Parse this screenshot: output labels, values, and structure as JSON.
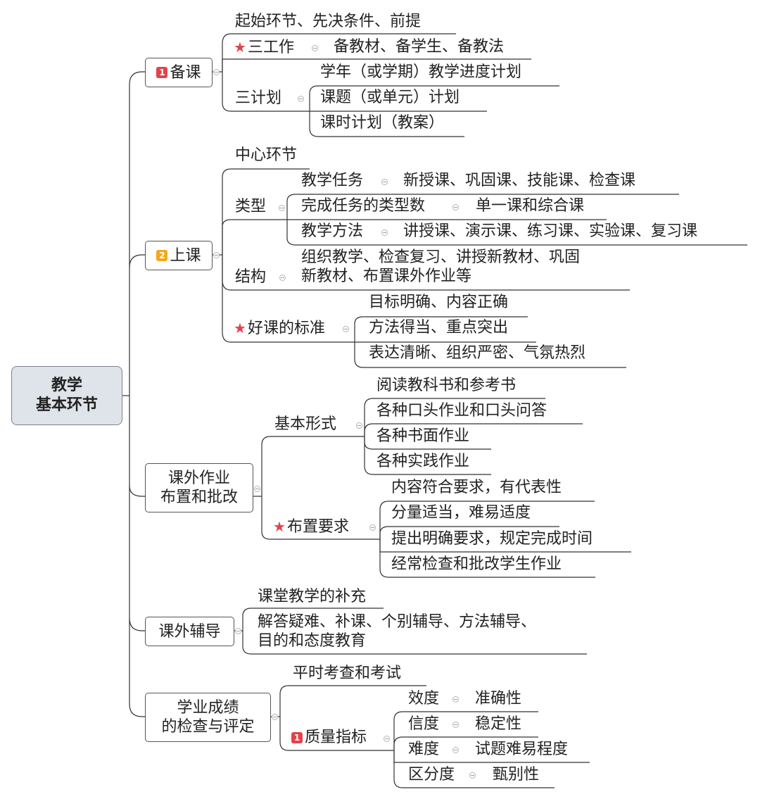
{
  "root": {
    "line1": "教学",
    "line2": "基本环节"
  },
  "n1": {
    "badge": "1",
    "label": "备课",
    "a": "起始环节、先决条件、前提",
    "b": "三工作",
    "b_detail": "备教材、备学生、备教法",
    "c": "三计划",
    "c1": "学年（或学期）教学进度计划",
    "c2": "课题（或单元）计划",
    "c3": "课时计划（教案）"
  },
  "n2": {
    "badge": "2",
    "label": "上课",
    "a": "中心环节",
    "type": "类型",
    "t1": "教学任务",
    "t1d": "新授课、巩固课、技能课、检查课",
    "t2": "完成任务的类型数",
    "t2d": "单一课和综合课",
    "t3": "教学方法",
    "t3d": "讲授课、演示课、练习课、实验课、复习课",
    "struct": "结构",
    "s1": "组织教学、检查复习、讲授新教材、巩固",
    "s2": "新教材、布置课外作业等",
    "good": "好课的标准",
    "g1": "目标明确、内容正确",
    "g2": "方法得当、重点突出",
    "g3": "表达清晰、组织严密、气氛热烈"
  },
  "n3": {
    "line1": "课外作业",
    "line2": "布置和批改",
    "form": "基本形式",
    "f1": "阅读教科书和参考书",
    "f2": "各种口头作业和口头问答",
    "f3": "各种书面作业",
    "f4": "各种实践作业",
    "req": "布置要求",
    "r1": "内容符合要求，有代表性",
    "r2": "分量适当，难易适度",
    "r3": "提出明确要求，规定完成时间",
    "r4": "经常检查和批改学生作业"
  },
  "n4": {
    "label": "课外辅导",
    "a": "课堂教学的补充",
    "b1": "解答疑难、补课、个别辅导、方法辅导、",
    "b2": "目的和态度教育"
  },
  "n5": {
    "line1": "学业成绩",
    "line2": "的检查与评定",
    "a": "平时考查和考试",
    "badge": "1",
    "q": "质量指标",
    "q1": "效度",
    "q1d": "准确性",
    "q2": "信度",
    "q2d": "稳定性",
    "q3": "难度",
    "q3d": "试题难易程度",
    "q4": "区分度",
    "q4d": "甄别性"
  },
  "colors": {
    "badge_red": "#e2434b",
    "badge_orange": "#f2a91b",
    "root_fill": "#dfe3ea",
    "line": "#333333"
  }
}
